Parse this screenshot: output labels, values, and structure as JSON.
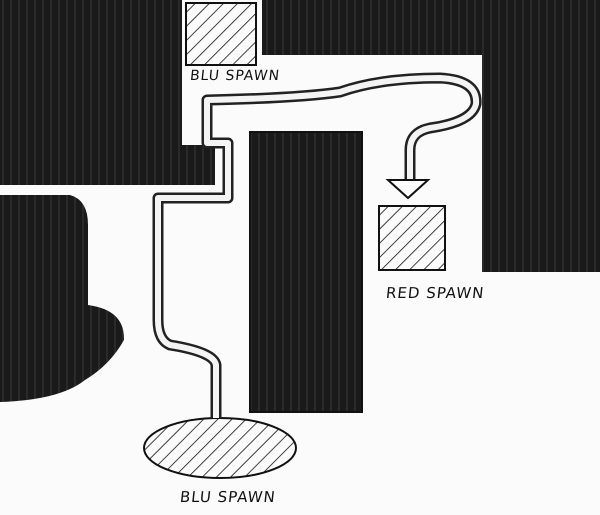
{
  "title": "Hand-drawn level layout sketch",
  "labels": {
    "blu_spawn_top": "BLU SPAWN",
    "red_spawn": "RED SPAWN",
    "blu_spawn_bottom": "BLU SPAWN"
  },
  "colors": {
    "wall": "#1a1a1a",
    "floor": "#fbfbfb",
    "path_outline": "#333333"
  }
}
